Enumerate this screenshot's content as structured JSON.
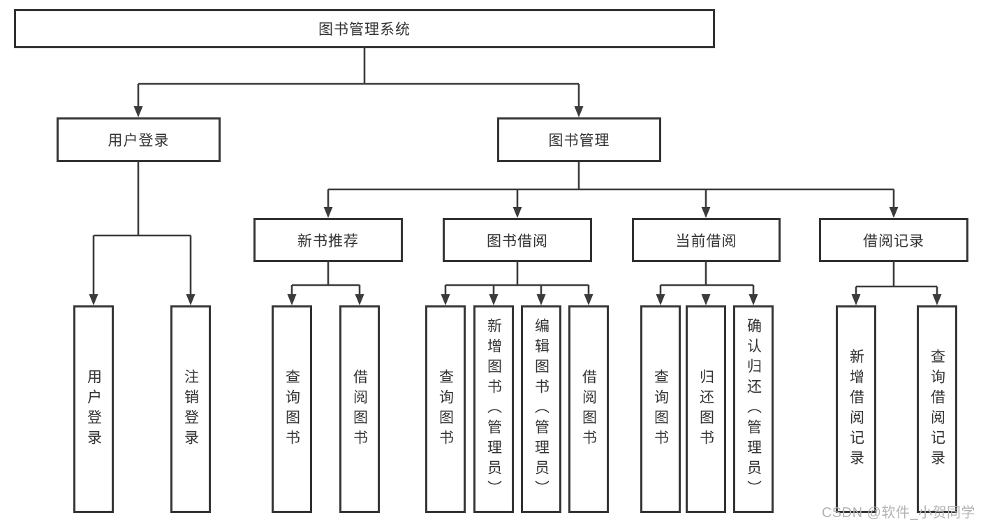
{
  "diagram": {
    "root": {
      "label": "图书管理系统"
    },
    "branches": [
      {
        "label": "用户登录",
        "children": [
          "用户登录",
          "注销登录"
        ]
      },
      {
        "label": "图书管理",
        "modules": [
          {
            "label": "新书推荐",
            "children": [
              "查询图书",
              "借阅图书"
            ]
          },
          {
            "label": "图书借阅",
            "children": [
              "查询图书",
              "新增图书（管理员）",
              "编辑图书（管理员）",
              "借阅图书"
            ]
          },
          {
            "label": "当前借阅",
            "children": [
              "查询图书",
              "归还图书",
              "确认归还（管理员）"
            ]
          },
          {
            "label": "借阅记录",
            "children": [
              "新增借阅记录",
              "查询借阅记录"
            ]
          }
        ]
      }
    ]
  },
  "watermark": {
    "text": "CSDN @软件_小贺同学"
  },
  "colors": {
    "line": "#3b3b3b",
    "border": "#353535",
    "text": "#333333",
    "watermark": "#b3b3b3",
    "background": "#ffffff"
  }
}
